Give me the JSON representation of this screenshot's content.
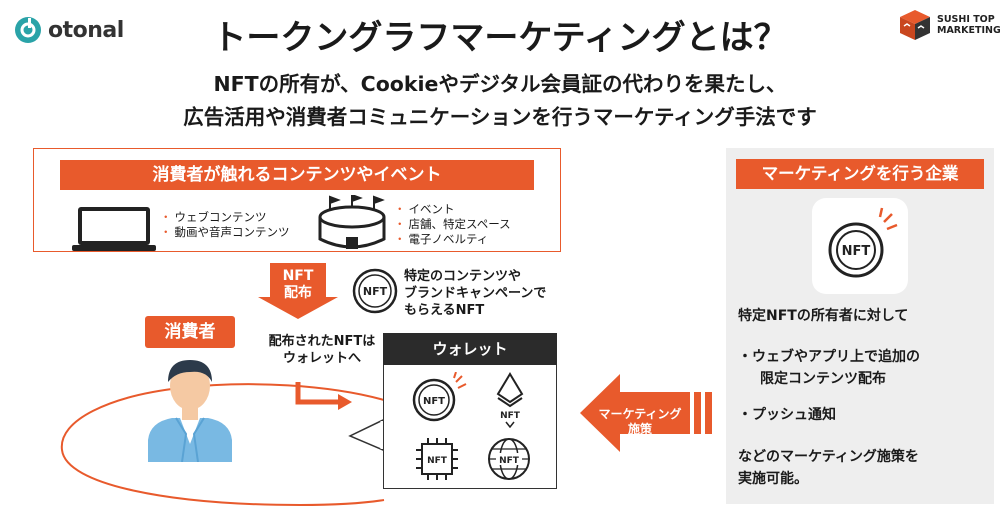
{
  "header": {
    "logo_left": "otonal",
    "title": "トークングラフマーケティングとは？",
    "logo_right_line1": "SUSHI TOP",
    "logo_right_line2": "MARKETING"
  },
  "subtitle": {
    "line1": "NFTの所有が、Cookieやデジタル会員証の代わりを果たし、",
    "line2": "広告活用や消費者コミュニケーションを行うマーケティング手法です"
  },
  "contents_section": {
    "banner": "消費者が触れるコンテンツやイベント",
    "left_items": [
      "ウェブコンテンツ",
      "動画や音声コンテンツ"
    ],
    "right_items": [
      "イベント",
      "店舗、特定スペース",
      "電子ノベルティ"
    ]
  },
  "nft_flow": {
    "arrow_label_line1": "NFT",
    "arrow_label_line2": "配布",
    "nft_coin_label": "NFT",
    "desc_line1": "特定のコンテンツや",
    "desc_line2": "ブランドキャンペーンで",
    "desc_line3": "もらえるNFT"
  },
  "consumer": {
    "badge": "消費者",
    "distrib_line1": "配布されたNFTは",
    "distrib_line2": "ウォレットへ"
  },
  "wallet": {
    "title": "ウォレット",
    "nft_labels": [
      "NFT",
      "NFT",
      "NFT",
      "NFT"
    ]
  },
  "marketing_arrow": {
    "line1": "マーケティング",
    "line2": "施策"
  },
  "company_panel": {
    "banner": "マーケティングを行う企業",
    "nft_label": "NFT",
    "intro": "特定NFTの所有者に対して",
    "item1_line1": "・ウェブやアプリ上で追加の",
    "item1_line2": "限定コンテンツ配布",
    "item2": "・プッシュ通知",
    "closing_line1": "などのマーケティング施策を",
    "closing_line2": "実施可能。"
  },
  "colors": {
    "accent": "#e85a2c",
    "dark": "#2b2b2b",
    "panel": "#eeeeee",
    "brand_teal": "#2aa3a8"
  }
}
